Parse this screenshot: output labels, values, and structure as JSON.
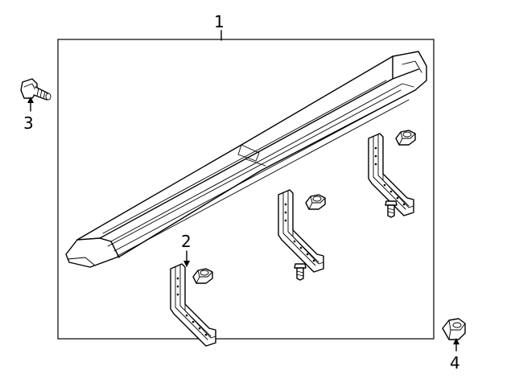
{
  "diagram": {
    "callouts": [
      {
        "id": "1",
        "label": "1",
        "part": "running-board"
      },
      {
        "id": "2",
        "label": "2",
        "part": "mounting-bracket"
      },
      {
        "id": "3",
        "label": "3",
        "part": "bolt"
      },
      {
        "id": "4",
        "label": "4",
        "part": "nut"
      }
    ]
  }
}
